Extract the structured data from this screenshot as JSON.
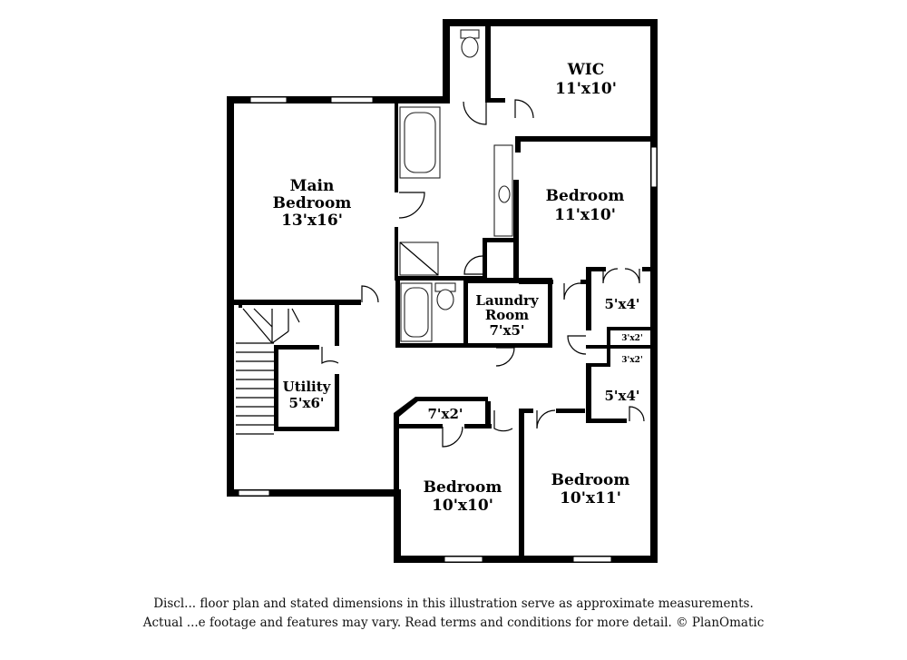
{
  "rooms": {
    "wic": {
      "name": "WIC",
      "size": "11'x10'"
    },
    "main_bedroom": {
      "name1": "Main",
      "name2": "Bedroom",
      "size": "13'x16'"
    },
    "bedroom_ne": {
      "name": "Bedroom",
      "size": "11'x10'"
    },
    "laundry": {
      "name1": "Laundry",
      "name2": "Room",
      "size": "7'x5'"
    },
    "closet_5x4_top": {
      "size": "5'x4'"
    },
    "closet_3x2_top": {
      "size": "3'x2'"
    },
    "closet_3x2_bottom": {
      "size": "3'x2'"
    },
    "closet_5x4_bottom": {
      "size": "5'x4'"
    },
    "utility": {
      "name": "Utility",
      "size": "5'x6'"
    },
    "closet_7x2": {
      "size": "7'x2'"
    },
    "bedroom_sw": {
      "name": "Bedroom",
      "size": "10'x10'"
    },
    "bedroom_se": {
      "name": "Bedroom",
      "size": "10'x11'"
    }
  },
  "disclaimer": {
    "line1": "Discl... floor plan and stated dimensions in this illustration serve as approximate measurements.",
    "line2": "Actual ...e footage and features may vary. Read terms and conditions for more detail. © PlanOmatic"
  }
}
